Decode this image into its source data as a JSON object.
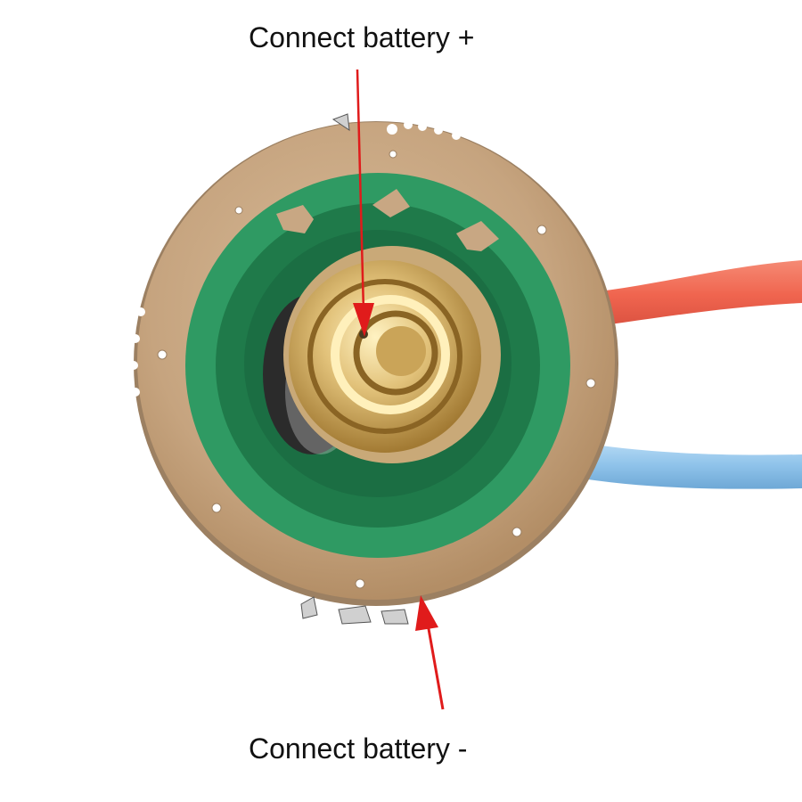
{
  "annotations": {
    "positive_label": "Connect battery +",
    "negative_label": "Connect battery -"
  },
  "colors": {
    "board_gold": "#c8a783",
    "board_ring_green": "#2f9a63",
    "board_inner_green": "#1f7a4a",
    "spring_gold": "#d8b86a",
    "wire_red": "#f26a55",
    "wire_blue": "#8fc3ea",
    "arrow_red": "#e01b1b"
  },
  "icons": [
    "driver-board",
    "battery-spring",
    "red-wire",
    "blue-wire",
    "annotation-arrow"
  ]
}
